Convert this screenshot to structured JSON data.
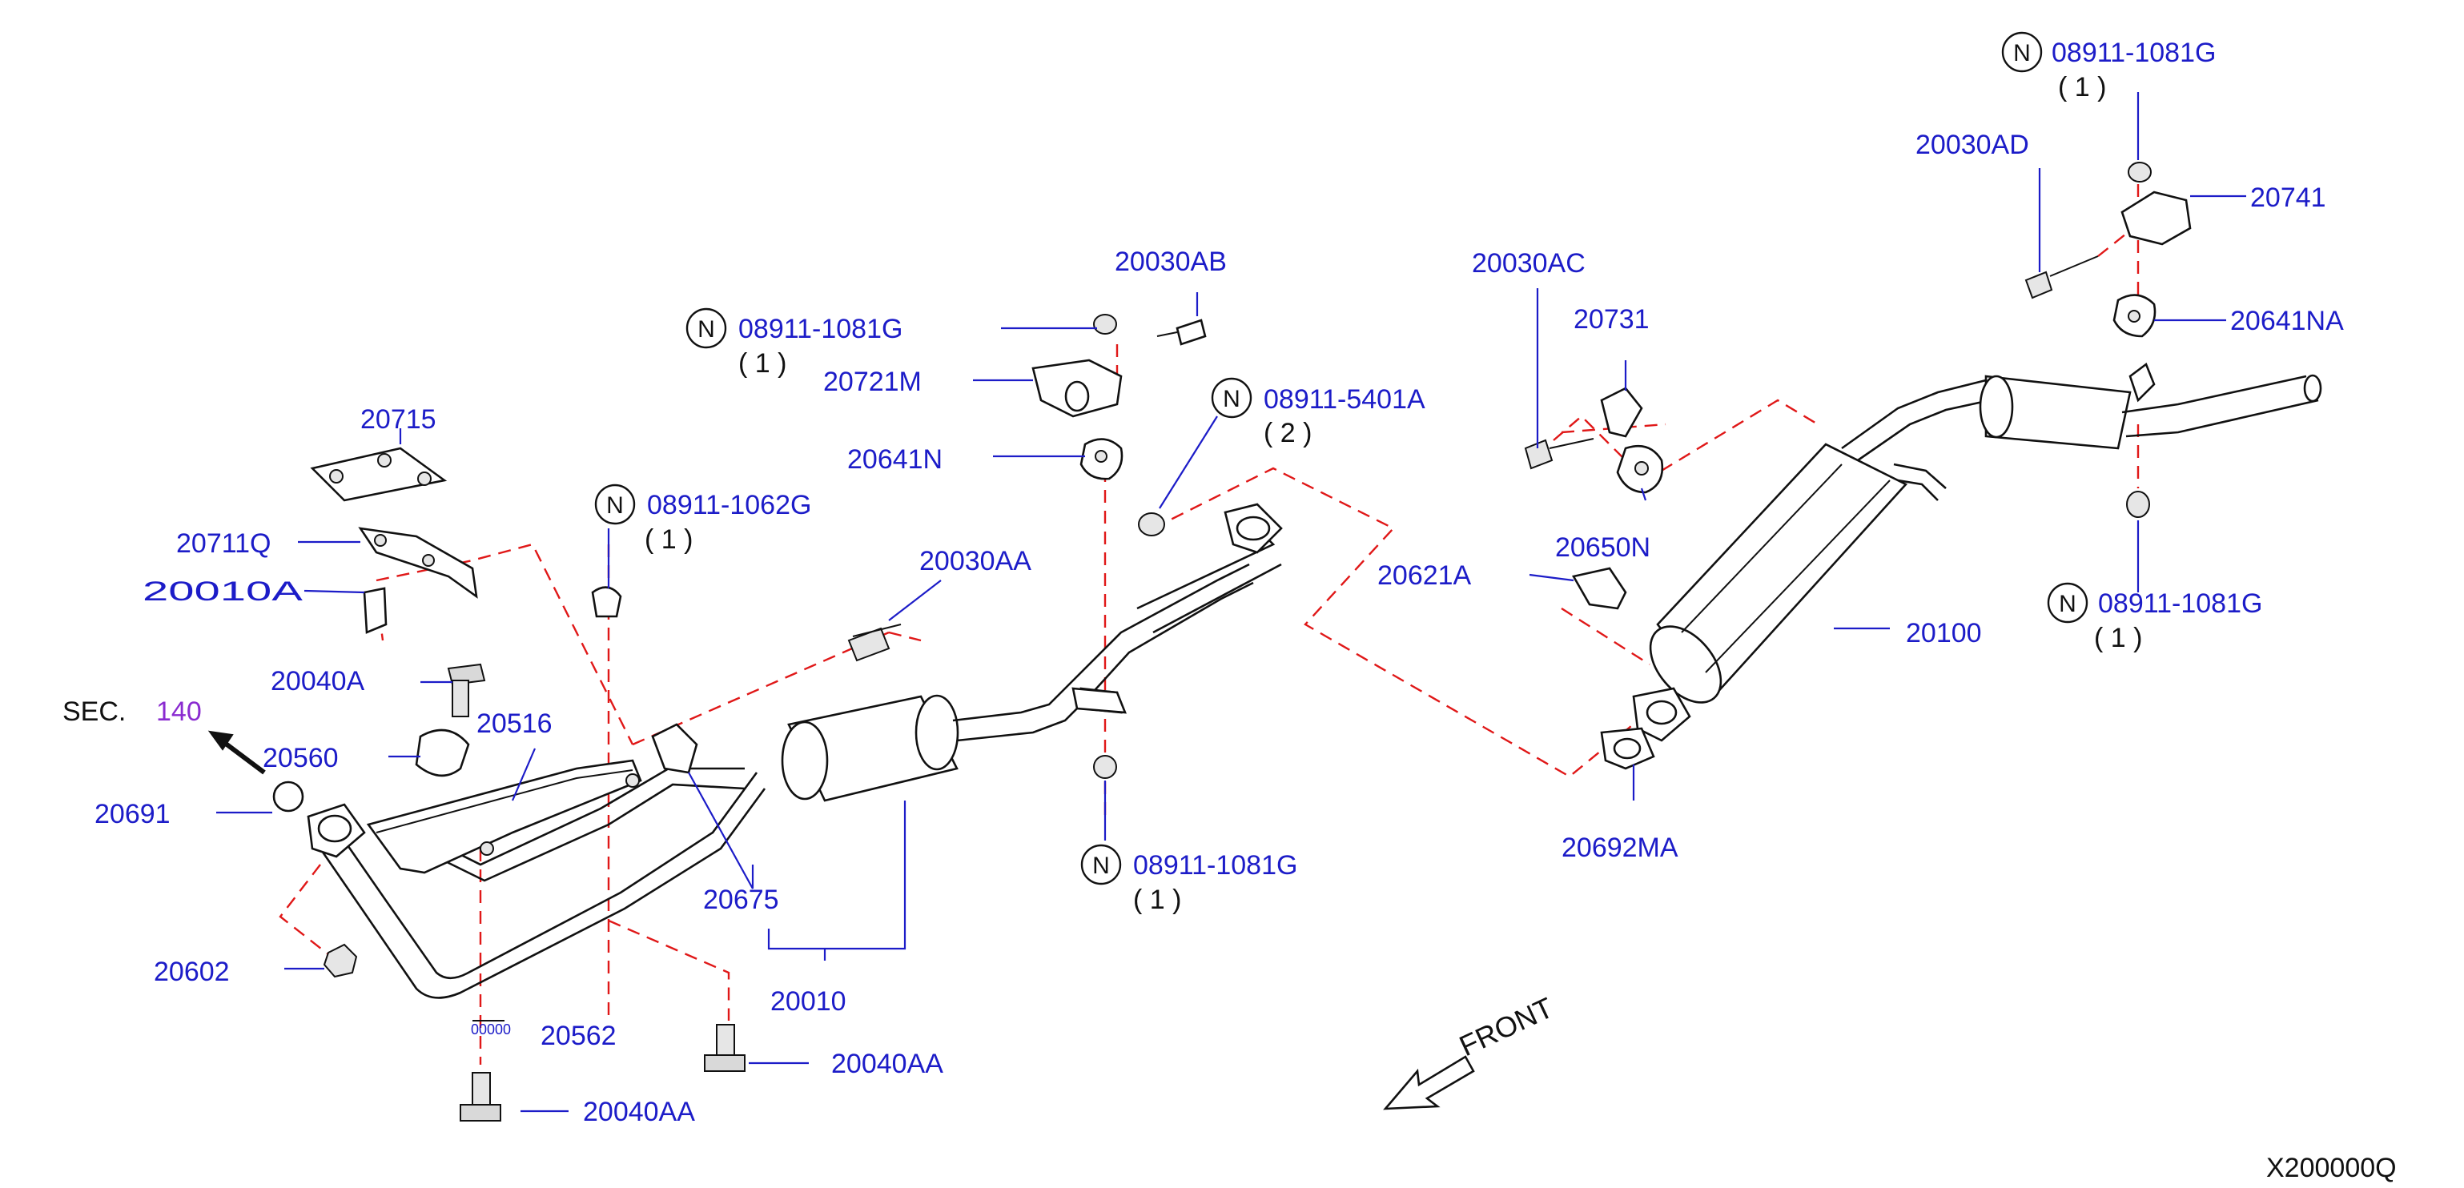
{
  "figure_id": "X200000Q",
  "section_ref": {
    "prefix": "SEC.",
    "number": "140"
  },
  "front_label": "FRONT",
  "n_symbol": "N",
  "parts": {
    "p20715": "20715",
    "p20711q": "20711Q",
    "p20010a_clipped": "20010A",
    "p20040a": "20040A",
    "p20560": "20560",
    "p20691": "20691",
    "p20516": "20516",
    "p20602": "20602",
    "p20562_small": "00000",
    "p20562": "20562",
    "p20040aa_bottom": "20040AA",
    "p20040aa_mid": "20040AA",
    "p08911_1062g": "08911-1062G",
    "q08911_1062g": "( 1 )",
    "p08911_1081g_a": "08911-1081G",
    "q08911_1081g_a": "( 1 )",
    "p20721m": "20721M",
    "p20641n": "20641N",
    "p20030ab": "20030AB",
    "p08911_5401a": "08911-5401A",
    "q08911_5401a": "( 2 )",
    "p20030aa": "20030AA",
    "p20675": "20675",
    "p20010": "20010",
    "p08911_1081g_b": "08911-1081G",
    "q08911_1081g_b": "( 1 )",
    "p20621a": "20621A",
    "p20030ac": "20030AC",
    "p20731": "20731",
    "p20650n": "20650N",
    "p20100": "20100",
    "p20692ma": "20692MA",
    "p08911_1081g_c": "08911-1081G",
    "q08911_1081g_c": "( 1 )",
    "p20030ad": "20030AD",
    "p20741": "20741",
    "p20641na": "20641NA",
    "p08911_1081g_d": "08911-1081G",
    "q08911_1081g_d": "( 1 )"
  },
  "colors": {
    "part_number": "#1c1cc8",
    "dashed_line": "#e01818",
    "section_number": "#8a2bd0",
    "drawing": "#111111"
  }
}
